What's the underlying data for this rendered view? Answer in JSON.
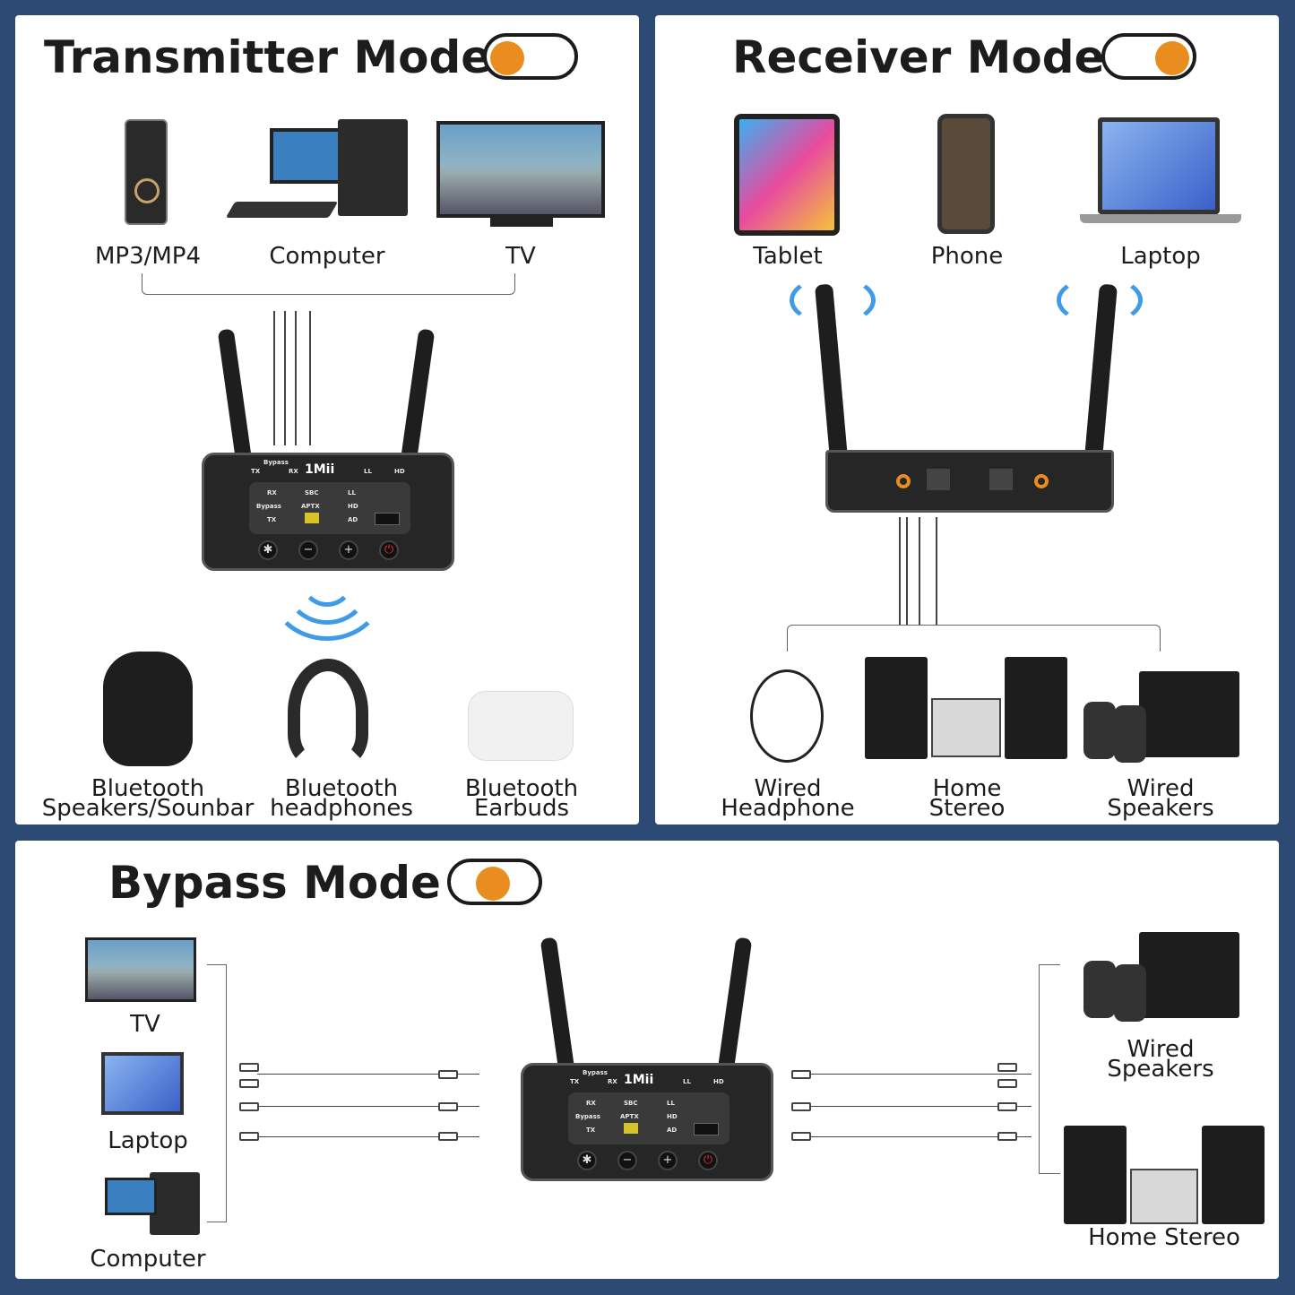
{
  "transmitter": {
    "title": "Transmitter Mode",
    "toggle_on": false,
    "sources": [
      "MP3/MP4",
      "Computer",
      "TV"
    ],
    "outputs": [
      [
        "Bluetooth",
        "Speakers/Sounbar"
      ],
      [
        "Bluetooth",
        "headphones"
      ],
      [
        "Bluetooth",
        "Earbuds"
      ]
    ]
  },
  "receiver": {
    "title": "Receiver Mode",
    "toggle_on": true,
    "sources": [
      "Tablet",
      "Phone",
      "Laptop"
    ],
    "outputs": [
      [
        "Wired",
        "Headphone"
      ],
      [
        "Home",
        "Stereo"
      ],
      [
        "Wired",
        "Speakers"
      ]
    ]
  },
  "bypass": {
    "title": "Bypass Mode",
    "toggle_on": false,
    "sources": [
      "TV",
      "Laptop",
      "Computer"
    ],
    "outputs": [
      [
        "Wired",
        "Speakers"
      ],
      [
        "Home Stereo"
      ]
    ]
  },
  "device": {
    "logo": "1Mii",
    "labels": [
      "TX",
      "Bypass",
      "RX",
      "LL",
      "HD",
      "SBC",
      "APTX",
      "AD"
    ]
  },
  "colors": {
    "background": "#2c4a74",
    "toggle_knob": "#e88d1e",
    "wave": "#3f9be8"
  }
}
